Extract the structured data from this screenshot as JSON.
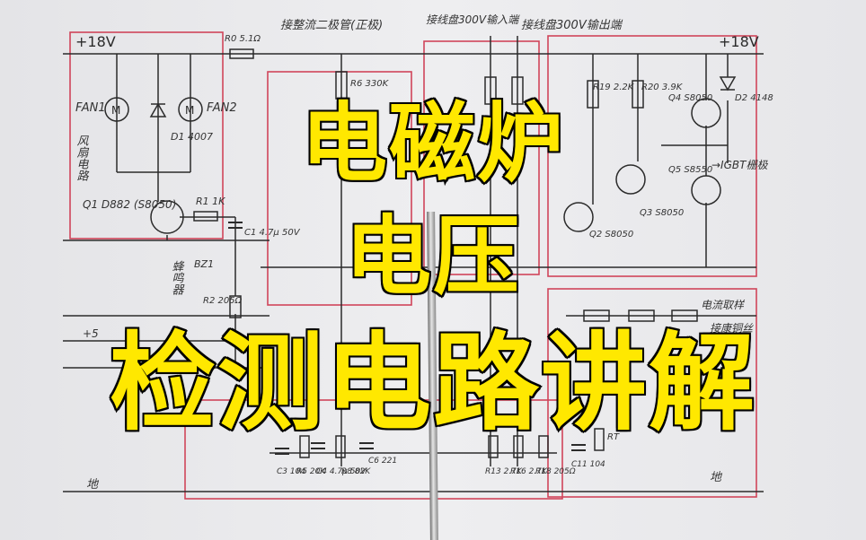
{
  "title": {
    "line1": "电磁炉",
    "line2": "电压",
    "line3": "检测电路讲解"
  },
  "schematic": {
    "top_label_left": "接整流二极管(正极)",
    "top_label_right": "接线盘300V输出端",
    "top_label_mid": "接线盘300V输入端",
    "rail_left": "+18V",
    "rail_right": "+18V",
    "gnd_left": "地",
    "gnd_right": "地",
    "r0": "R0 5.1Ω",
    "fan1": "FAN1",
    "fan2": "FAN2",
    "d1": "D1 4007",
    "fan_circuit": "风扇电路",
    "q1": "Q1 D882 (S8050)",
    "r1": "R1 1K",
    "c1": "C1 4.7μ 50V",
    "buzzer": "蜂鸣器",
    "bz1": "BZ1",
    "r2": "R2 205Ω",
    "r6": "R6 330K",
    "r19": "R19 2.2K",
    "r20": "R20 3.9K",
    "q4": "Q4 S8050",
    "d2": "D2 4148",
    "q5": "Q5 S8550",
    "igbt": "→IGBT栅极",
    "q2": "Q2 S8050",
    "q3": "Q3 S8050",
    "current_sample": "电流取样",
    "resistor_wire": "接康铜丝",
    "c3": "C3 104",
    "r5": "R5 20K",
    "c4": "C4 4.7μ 50V",
    "r8": "R8 82K",
    "c6": "C6 221",
    "r13": "R13 2.7K",
    "r16": "R16 2.7K",
    "r18": "R18 205Ω",
    "c11": "C11 104",
    "rt": "RT",
    "plus5": "+5"
  },
  "colors": {
    "title_fill": "#ffe800",
    "title_stroke": "#000000",
    "ink": "#2b2b2b",
    "red_box": "#d0455a"
  }
}
